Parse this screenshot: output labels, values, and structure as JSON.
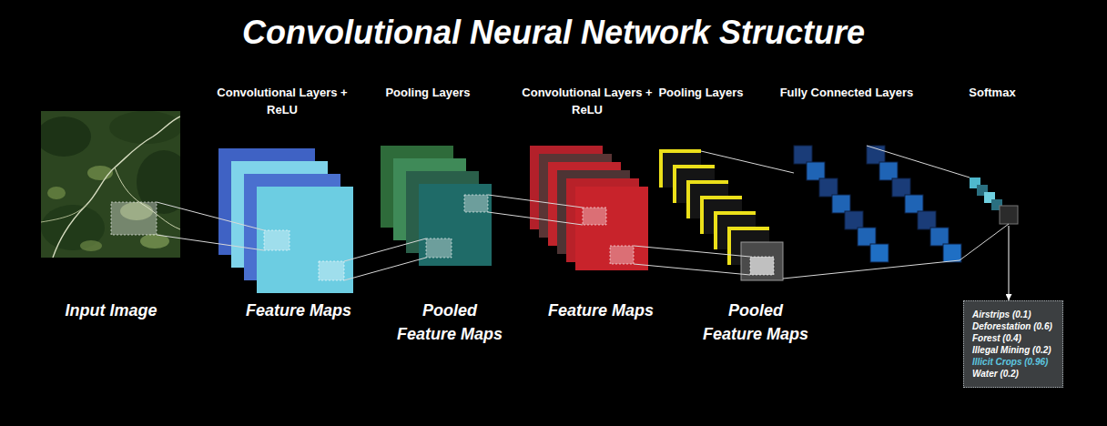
{
  "diagram": {
    "title": "Convolutional Neural Network Structure",
    "nodes": [
      {
        "text": [
          "Input Image"
        ]
      },
      {
        "text": [
          "Convolutional Layers + ReLU",
          "Feature Maps"
        ]
      },
      {
        "text": [
          "Pooling Layers",
          "Pooled Feature Maps"
        ]
      },
      {
        "text": [
          "Convolutional Layers + ReLU",
          "Feature Maps"
        ]
      },
      {
        "text": [
          "Pooling Layers",
          "Pooled Feature Maps"
        ]
      },
      {
        "text": [
          "Fully Connected Layers"
        ]
      },
      {
        "text": [
          "Softmax"
        ]
      },
      {
        "text": [
          "Airstrips (0.1)",
          "Deforestation (0.6)",
          "Forest (0.4)",
          "Illegal Mining (0.2)",
          "Illicit Crops (0.96)",
          "Water (0.2)"
        ]
      }
    ],
    "edges": [
      {
        "from": 0,
        "to": 1,
        "arrow": "none"
      },
      {
        "from": 1,
        "to": 2,
        "arrow": "none"
      },
      {
        "from": 2,
        "to": 3,
        "arrow": "none"
      },
      {
        "from": 3,
        "to": 4,
        "arrow": "none"
      },
      {
        "from": 4,
        "to": 5,
        "arrow": "none"
      },
      {
        "from": 5,
        "to": 6,
        "arrow": "none"
      },
      {
        "from": 6,
        "to": 7,
        "arrow": "to"
      }
    ]
  }
}
